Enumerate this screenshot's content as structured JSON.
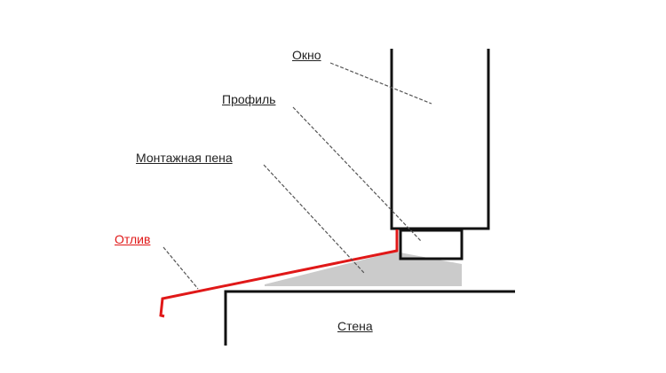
{
  "labels": {
    "window": "Окно",
    "profile": "Профиль",
    "foam": "Монтажная пена",
    "drip": "Отлив",
    "wall": "Стена"
  },
  "colors": {
    "line": "#111111",
    "drip": "#e01818",
    "foam": "#c8c8c8",
    "leader": "#555555"
  }
}
